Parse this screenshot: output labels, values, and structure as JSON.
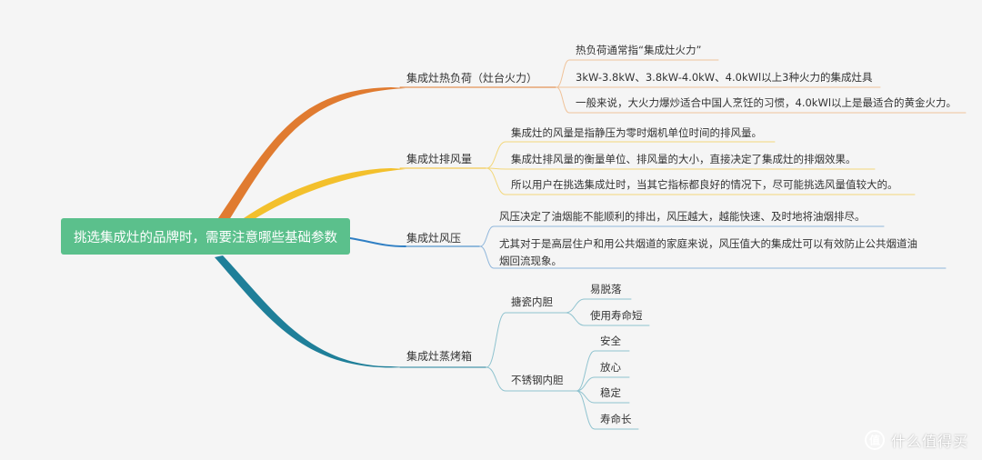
{
  "colors": {
    "background": "#f5f5f5",
    "central": "#5bc08c",
    "branch_heat_load": "#e07b30",
    "branch_exhaust": "#f3c02c",
    "branch_wind_pressure": "#2f7fc4",
    "branch_oven": "#1f7f99",
    "underline_heat_load": "#f0c39a",
    "underline_exhaust": "#f3d77a",
    "underline_wind_pressure": "#8fb6db",
    "underline_oven": "#8fc3cf"
  },
  "central": {
    "title": "挑选集成灶的品牌时，需要注意哪些基础参数"
  },
  "branches": {
    "heat_load": {
      "label": "集成灶热负荷（灶台火力）",
      "leaves": [
        "热负荷通常指“集成灶火力”",
        "3kW-3.8kW、3.8kW-4.0kW、4.0kWl以上3种火力的集成灶具",
        "一般来说，大火力爆炒适合中国人烹饪的习惯，4.0kWl以上是最适合的黄金火力。"
      ]
    },
    "exhaust": {
      "label": "集成灶排风量",
      "leaves": [
        "集成灶的风量是指静压为零时烟机单位时间的排风量。",
        "集成灶排风量的衡量单位、排风量的大小，直接决定了集成灶的排烟效果。",
        "所以用户在挑选集成灶时，当其它指标都良好的情况下，尽可能挑选风量值较大的。"
      ]
    },
    "wind_pressure": {
      "label": "集成灶风压",
      "leaves": [
        "风压决定了油烟能不能顺利的排出，风压越大，越能快速、及时地将油烟排尽。",
        "尤其对于是高层住户和用公共烟道的家庭来说，风压值大的集成灶可以有效防止公共烟道油烟回流现象。"
      ]
    },
    "oven": {
      "label": "集成灶蒸烤箱",
      "sub": [
        {
          "label": "搪瓷内胆",
          "leaves": [
            "易脱落",
            "使用寿命短"
          ]
        },
        {
          "label": "不锈钢内胆",
          "leaves": [
            "安全",
            "放心",
            "稳定",
            "寿命长"
          ]
        }
      ]
    }
  },
  "watermark": {
    "icon": "zhide-logo-icon",
    "text": "什么值得买"
  }
}
